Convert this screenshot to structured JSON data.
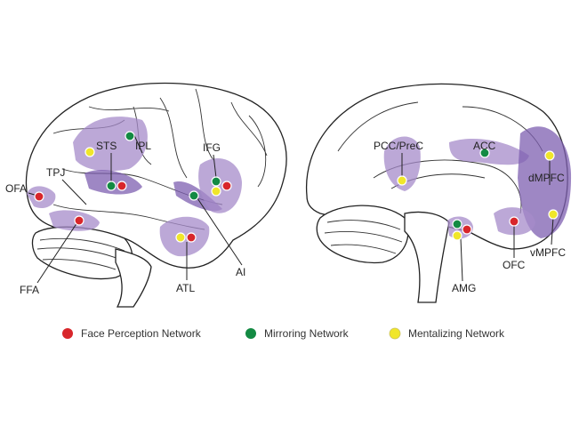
{
  "labels": {
    "lateral": {
      "sts": "STS",
      "ipl": "IPL",
      "ifg": "IFG",
      "tpj": "TPJ",
      "ofa": "OFA",
      "ffa": "FFA",
      "atl": "ATL",
      "ai": "AI"
    },
    "medial": {
      "pcc": "PCC/PreC",
      "acc": "ACC",
      "dmpfc": "dMPFC",
      "vmpfc": "vMPFC",
      "ofc": "OFC",
      "amg": "AMG"
    }
  },
  "legend": [
    {
      "label": "Face Perception Network",
      "color": "#d8262b"
    },
    {
      "label": "Mirroring Network",
      "color": "#138a43"
    },
    {
      "label": "Mentalizing Network",
      "color": "#f0e62a"
    }
  ],
  "colors": {
    "face": "#d8262b",
    "mirror": "#138a43",
    "mentalizing": "#f0e62a",
    "region": "#a58bc9"
  }
}
